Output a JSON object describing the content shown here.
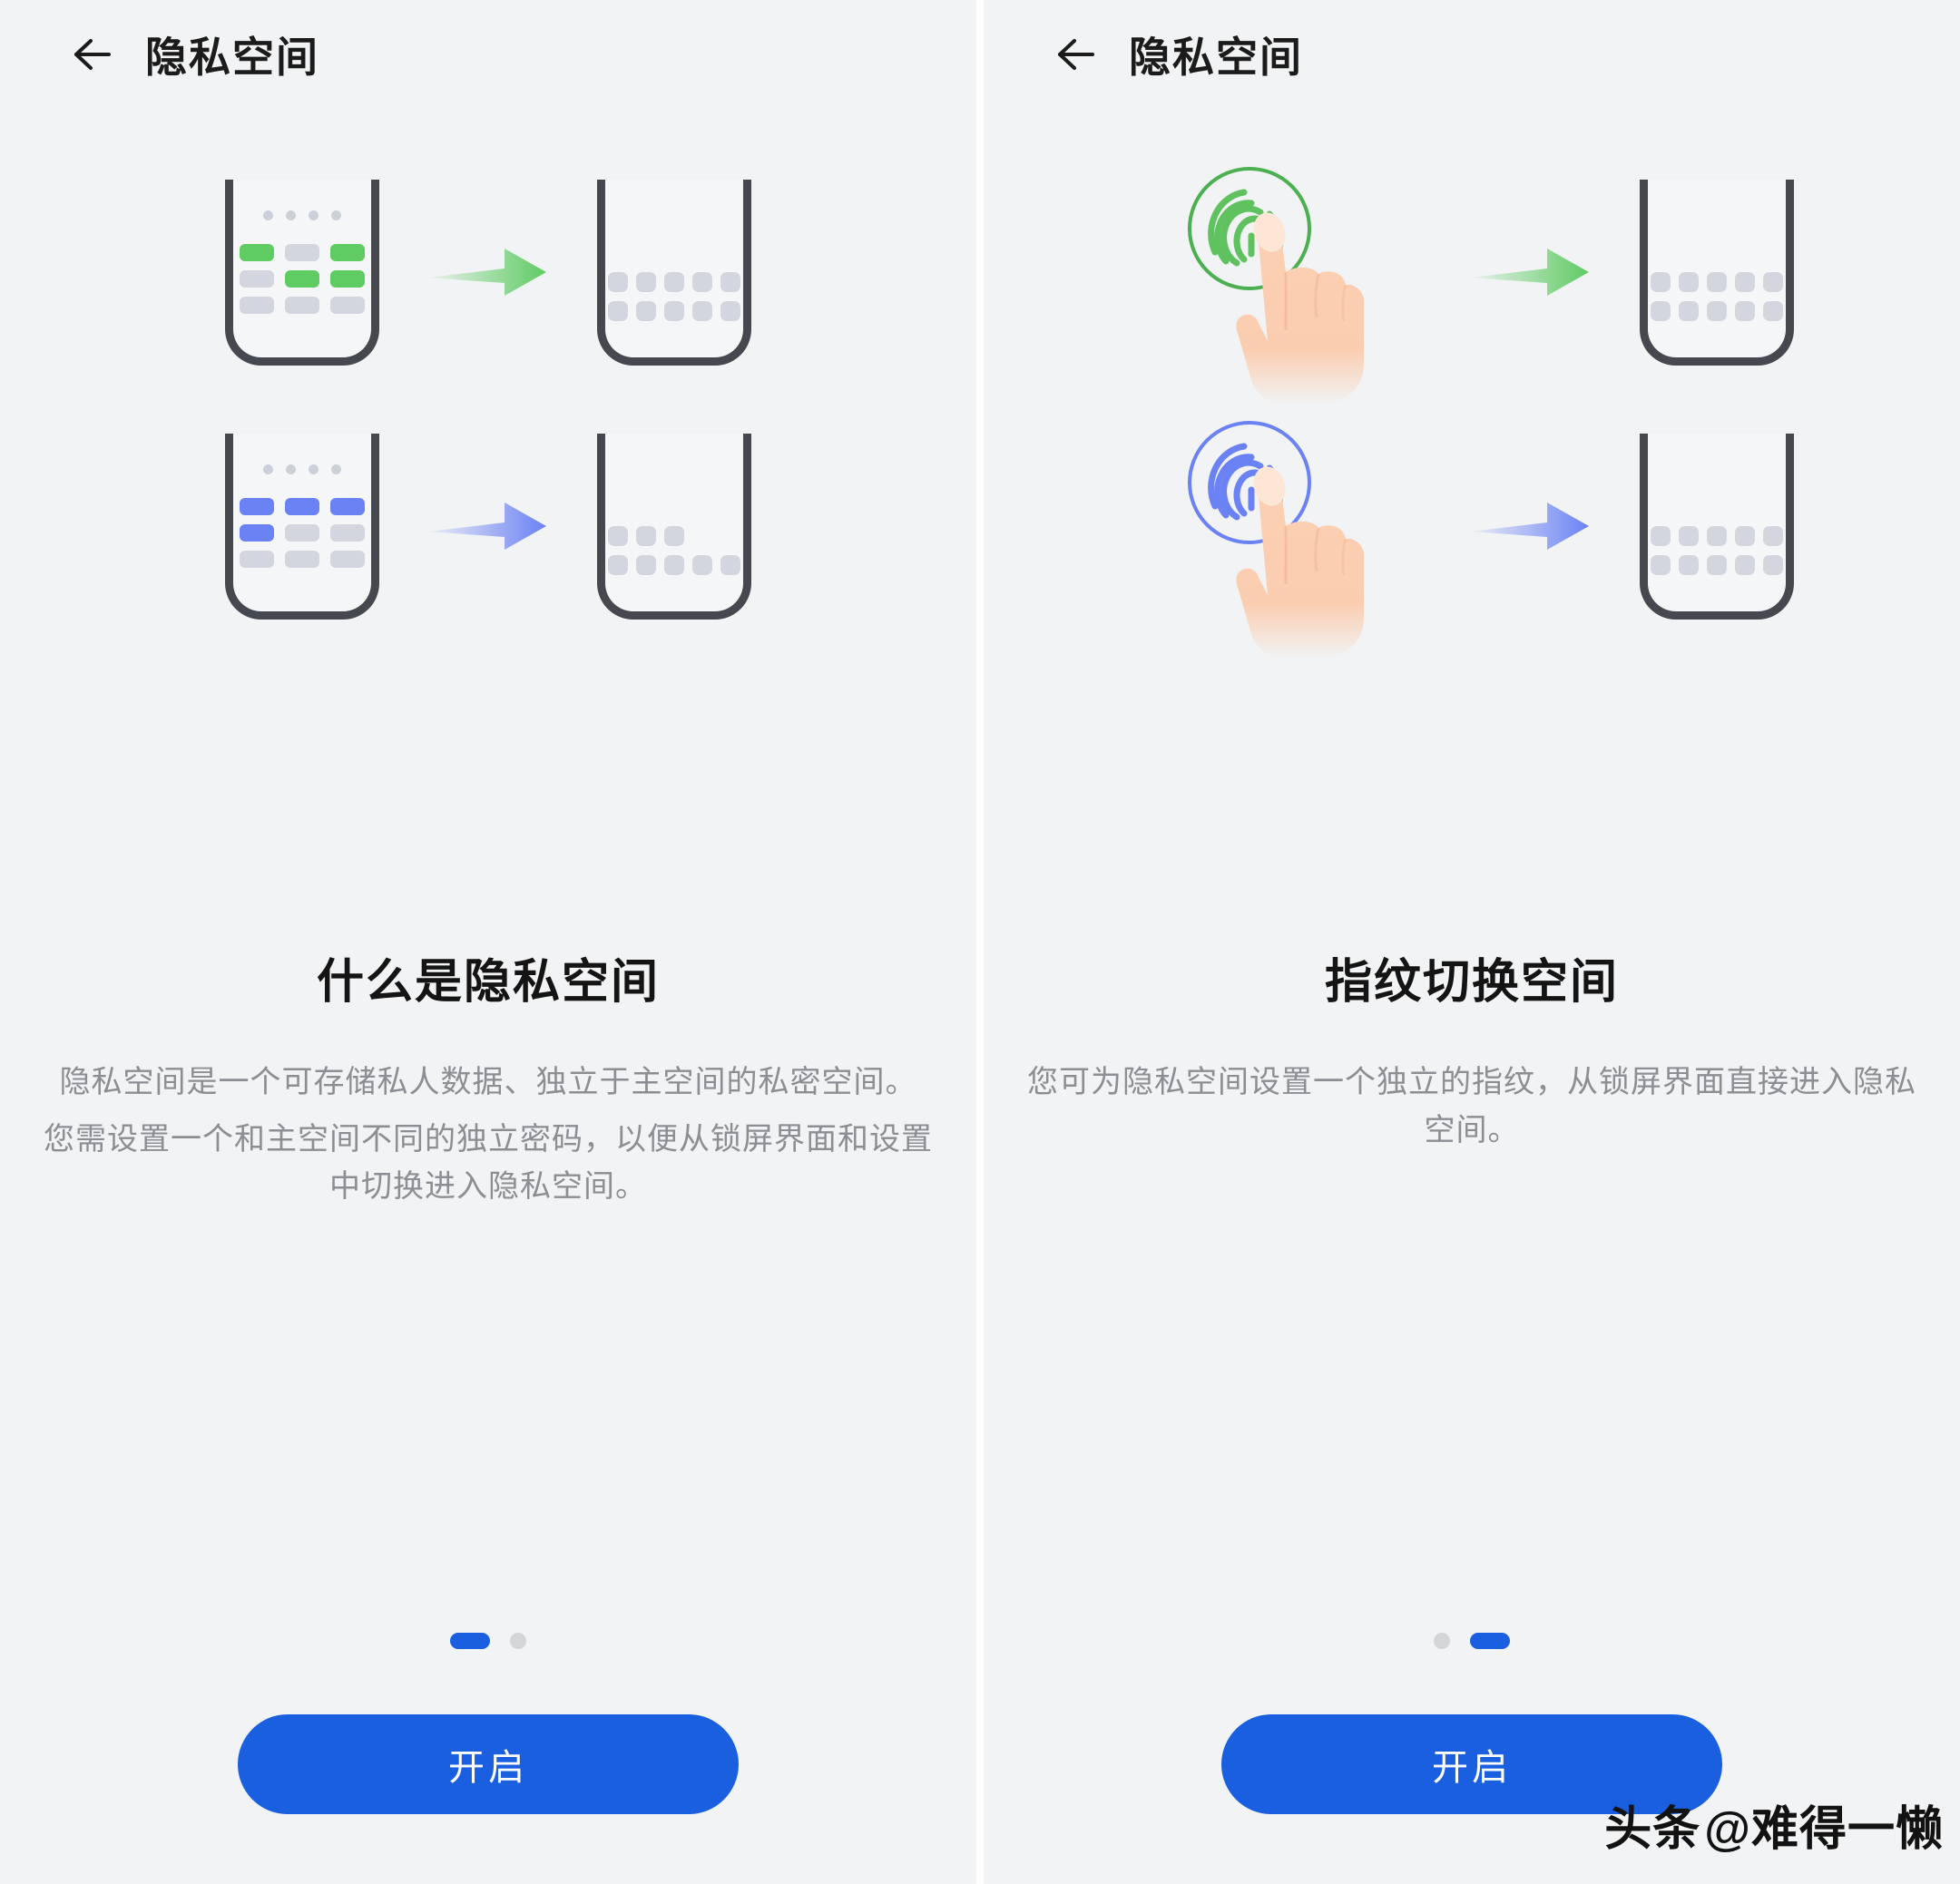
{
  "colors": {
    "background": "#f1f3f4",
    "accent_blue": "#1a5fe0",
    "illustration_green": "#5fcb63",
    "illustration_blue": "#6b82f5",
    "tile_gray": "#d3d6de",
    "phone_frame": "#45484f",
    "title_text": "#141414",
    "body_text": "#8b8e93"
  },
  "screens": [
    {
      "id": "what-is-private-space",
      "topbar": {
        "back_icon": "arrow-left-icon",
        "title": "隐私空间"
      },
      "illustration": {
        "type": "space-switch-phones",
        "rows": [
          {
            "accent": "#5fcb63",
            "source_phone": {
              "dots": 4,
              "bars": [
                "g",
                "x",
                "g",
                "x",
                "g",
                "g",
                "x",
                "x",
                "x"
              ]
            },
            "arrow": "arrow-right-icon",
            "target_phone": {
              "tiles_row1": 5,
              "tiles_row2": 5
            }
          },
          {
            "accent": "#6b82f5",
            "source_phone": {
              "dots": 4,
              "bars": [
                "b",
                "b",
                "b",
                "b",
                "x",
                "x",
                "x",
                "x",
                "x"
              ]
            },
            "arrow": "arrow-right-icon",
            "target_phone": {
              "tiles_row1": 3,
              "tiles_row2": 5
            }
          }
        ]
      },
      "headline": "什么是隐私空间",
      "paragraphs": [
        "隐私空间是一个可存储私人数据、独立于主空间的私密空间。",
        "您需设置一个和主空间不同的独立密码，以便从锁屏界面和设置中切换进入隐私空间。"
      ],
      "pager": {
        "count": 2,
        "active_index": 0
      },
      "cta_label": "开启"
    },
    {
      "id": "fingerprint-switch-space",
      "topbar": {
        "back_icon": "arrow-left-icon",
        "title": "隐私空间"
      },
      "illustration": {
        "type": "fingerprint-switch",
        "rows": [
          {
            "accent": "#4caf50",
            "source": "fingerprint-touch-icon",
            "arrow": "arrow-right-icon",
            "target_phone": {
              "tiles_row1": 5,
              "tiles_row2": 5
            }
          },
          {
            "accent": "#6b82f5",
            "source": "fingerprint-touch-icon",
            "arrow": "arrow-right-icon",
            "target_phone": {
              "tiles_row1": 5,
              "tiles_row2": 5
            }
          }
        ]
      },
      "headline": "指纹切换空间",
      "paragraphs": [
        "您可为隐私空间设置一个独立的指纹，从锁屏界面直接进入隐私空间。"
      ],
      "pager": {
        "count": 2,
        "active_index": 1
      },
      "cta_label": "开启"
    }
  ],
  "watermark": {
    "brand": "头条",
    "handle": "@难得一懒"
  }
}
